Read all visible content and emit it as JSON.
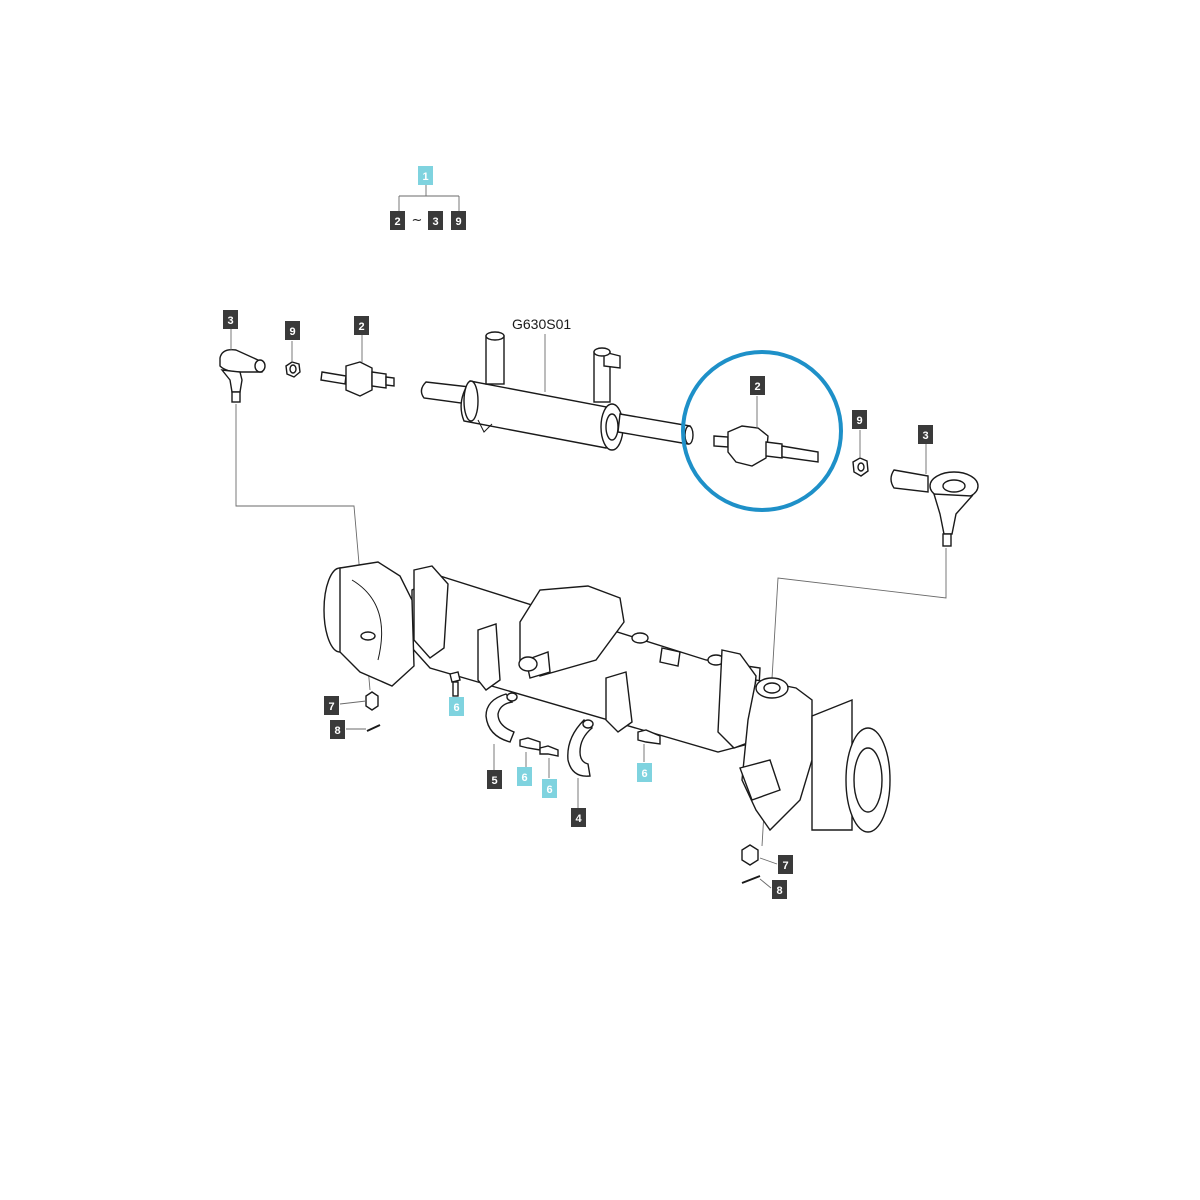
{
  "kit": {
    "main": "1",
    "from": "2",
    "tilde": "~",
    "to": "3",
    "extra": "9"
  },
  "part_code": "G630S01",
  "highlight_color": "#1e90c8",
  "cyan_label_color": "#7fd3df",
  "dark_label_color": "#3a3a3a",
  "callouts": {
    "tie_rod_end_left": "3",
    "nut_left": "9",
    "inner_joint_left": "2",
    "inner_joint_right": "2",
    "nut_right": "9",
    "tie_rod_end_right": "3",
    "castle_nut_left": "7",
    "cotter_pin_left": "8",
    "bolt_a": "6",
    "bolt_b": "6",
    "bolt_c": "6",
    "bolt_d": "6",
    "clamp_left": "5",
    "clamp_right": "4",
    "castle_nut_right": "7",
    "cotter_pin_right": "8"
  }
}
